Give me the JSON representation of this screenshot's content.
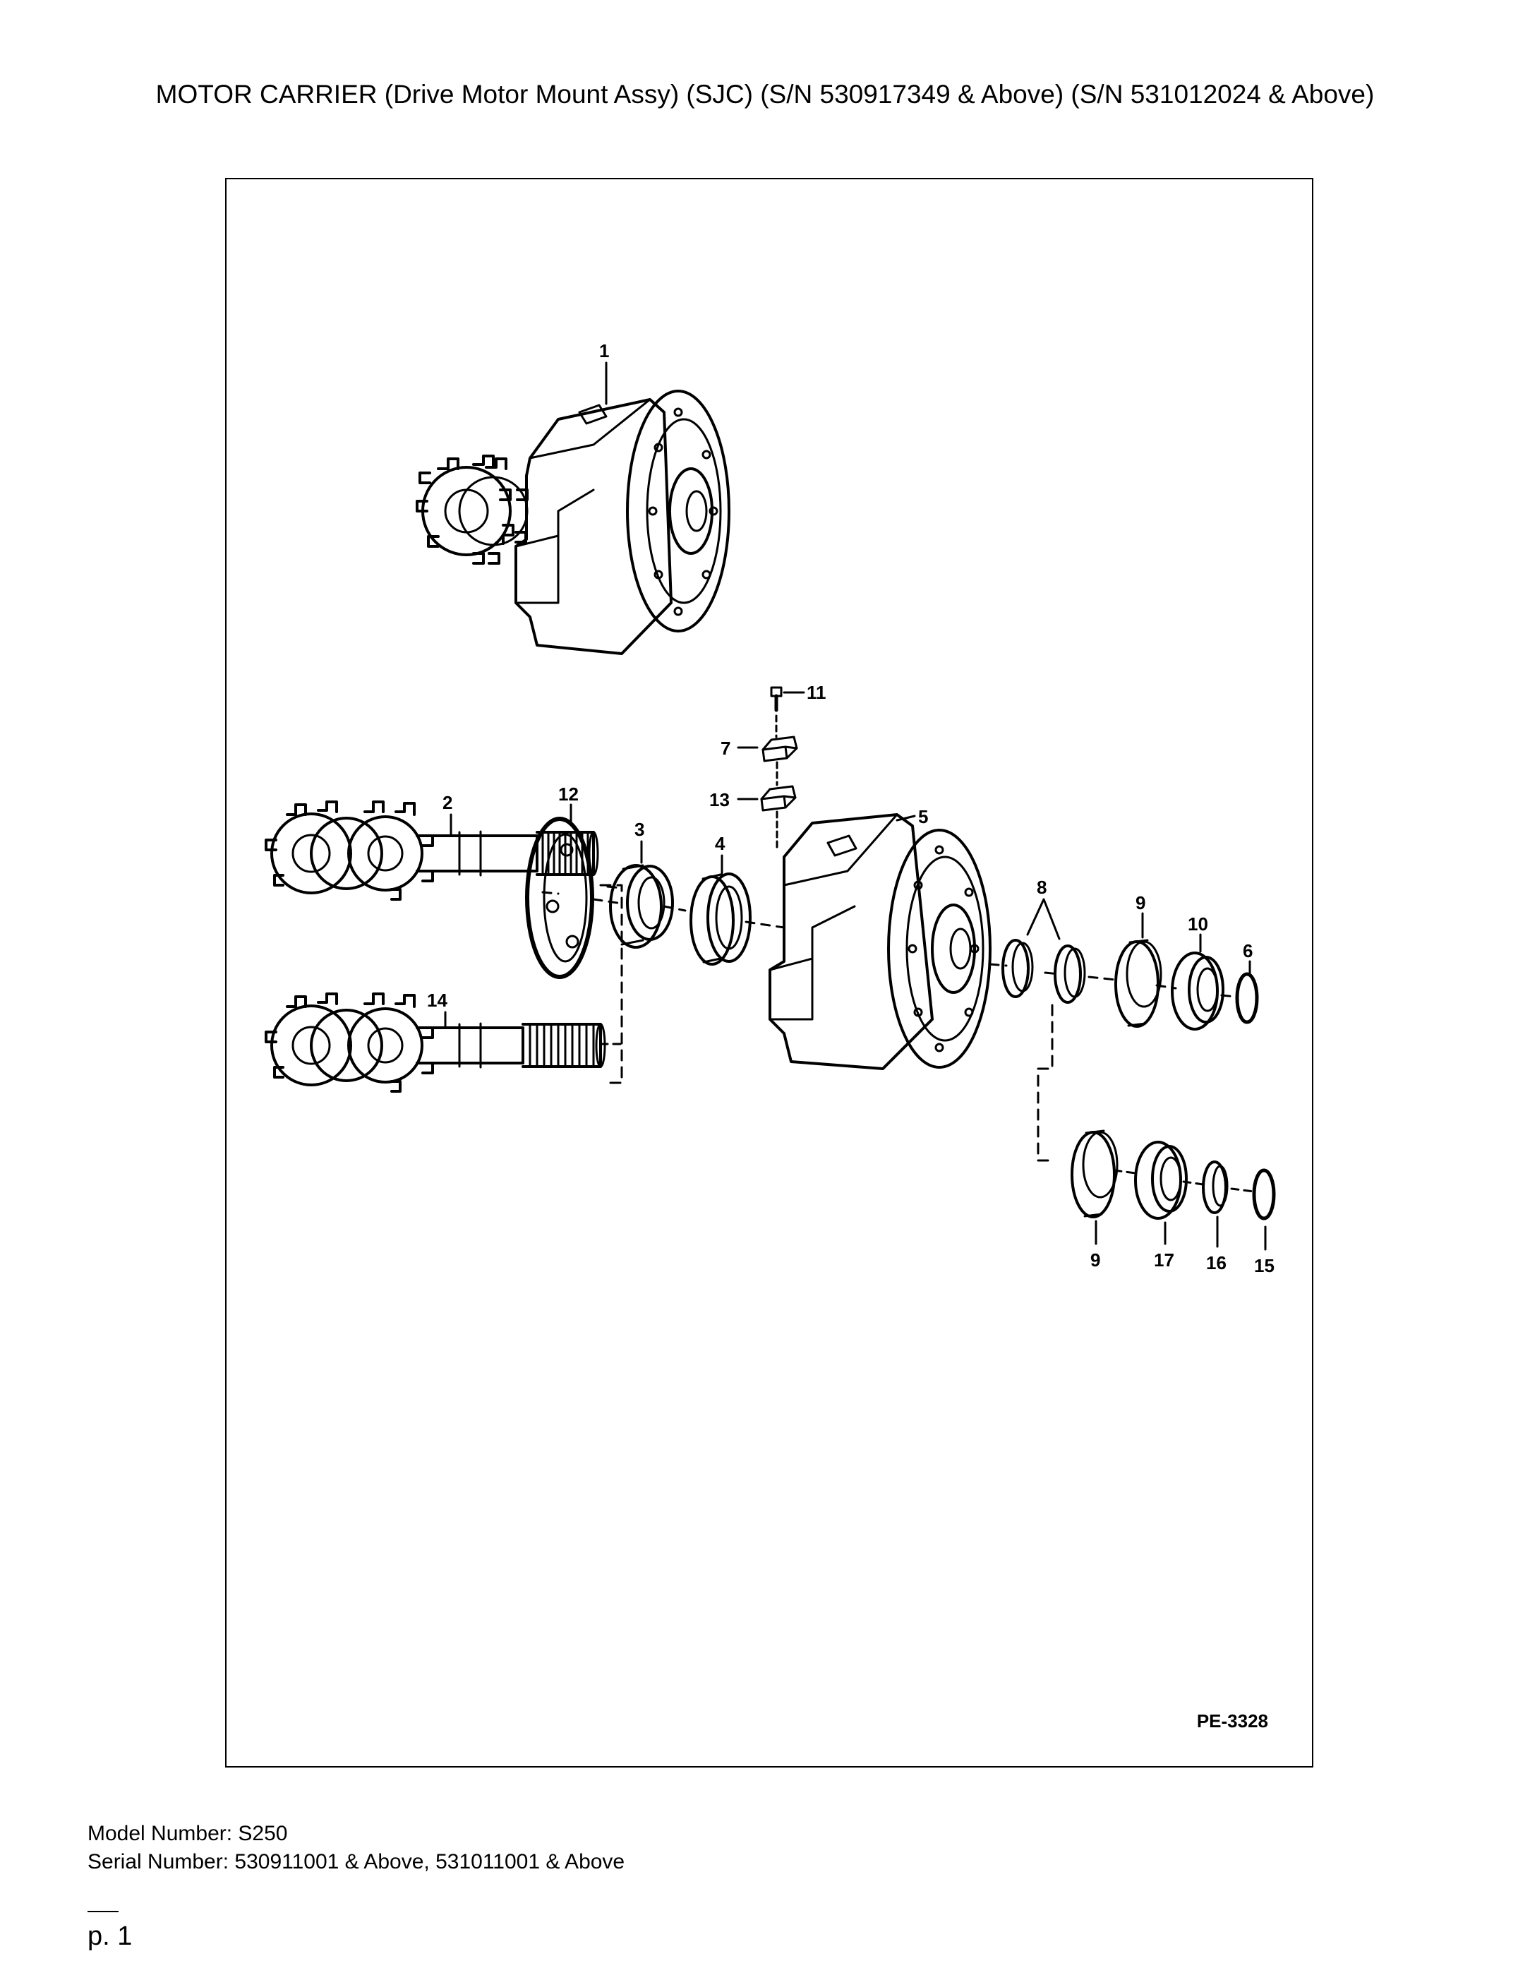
{
  "document": {
    "title": "MOTOR CARRIER (Drive Motor Mount Assy) (SJC) (S/N 530917349 & Above) (S/N 531012024 & Above)",
    "drawing_code": "PE-3328",
    "callouts": [
      {
        "id": "c1",
        "label": "1"
      },
      {
        "id": "c2",
        "label": "2"
      },
      {
        "id": "c3",
        "label": "3"
      },
      {
        "id": "c4",
        "label": "4"
      },
      {
        "id": "c5",
        "label": "5"
      },
      {
        "id": "c6",
        "label": "6"
      },
      {
        "id": "c7",
        "label": "7"
      },
      {
        "id": "c8",
        "label": "8"
      },
      {
        "id": "c9a",
        "label": "9"
      },
      {
        "id": "c9b",
        "label": "9"
      },
      {
        "id": "c10",
        "label": "10"
      },
      {
        "id": "c11",
        "label": "11"
      },
      {
        "id": "c12",
        "label": "12"
      },
      {
        "id": "c13",
        "label": "13"
      },
      {
        "id": "c14",
        "label": "14"
      },
      {
        "id": "c15",
        "label": "15"
      },
      {
        "id": "c16",
        "label": "16"
      },
      {
        "id": "c17",
        "label": "17"
      }
    ],
    "model_number": "Model Number: S250",
    "serial_number": "Serial Number: 530911001 & Above, 531011001 & Above",
    "page_label": "p. 1"
  }
}
